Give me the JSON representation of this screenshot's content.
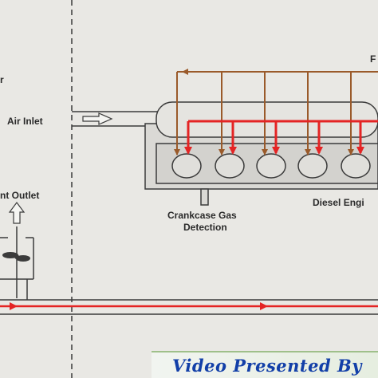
{
  "labels": {
    "air_inlet": "Air Inlet",
    "outlet": "nt Outlet",
    "crankcase_gas_detection": [
      "Crankcase Gas",
      "Detection"
    ],
    "diesel_engine": "Diesel Engi",
    "edge_left": "r",
    "edge_right": "F"
  },
  "banner": {
    "text": "Video Presented By"
  },
  "colors": {
    "background": "#e9e8e4",
    "line": "#3b3b3b",
    "sampling_pipe": "#9a5a2a",
    "red_line": "#e42424",
    "banner_text": "#123fa8"
  },
  "icons": [
    "arrow-right-icon",
    "arrow-up-icon",
    "fan-icon"
  ]
}
